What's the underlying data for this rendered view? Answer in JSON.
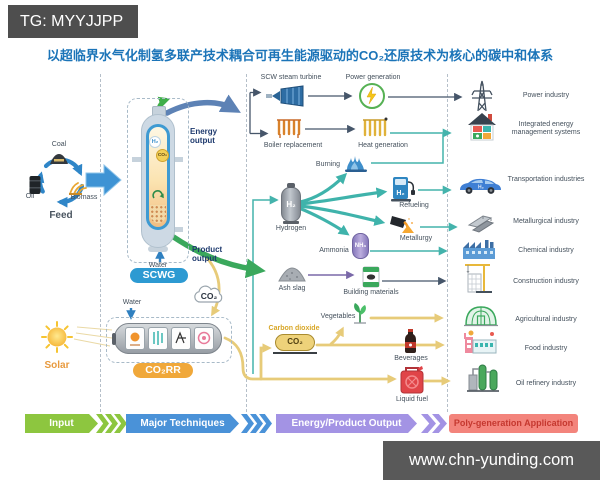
{
  "banner": {
    "tag": "TG: MYYJJPP"
  },
  "footer": {
    "website": "www.chn-yunding.com"
  },
  "title": {
    "text": "以超临界水气化制氢多联产技术耦合可再生能源驱动的CO₂还原技术为核心的碳中和体系"
  },
  "input_section": {
    "coal": "Coal",
    "oil": "Oil",
    "biomass": "Biomass",
    "feed": "Feed",
    "solar": "Solar"
  },
  "scwg": {
    "name": "SCWG",
    "water": "Water",
    "energy_output": "Energy output",
    "product_output": "Product output",
    "h2_bubble": "H₂",
    "co2_bubble": "CO₂",
    "co2_cloud": "CO₂"
  },
  "co2rr": {
    "name": "CO₂RR",
    "water": "Water"
  },
  "mid": {
    "scw_steam_turbine": "SCW steam turbine",
    "power_generation": "Power generation",
    "boiler_replacement": "Boiler replacement",
    "heat_generation": "Heat generation",
    "burning": "Burning",
    "hydrogen": "Hydrogen",
    "h2_tank": "H₂",
    "refueling": "Refueling",
    "refueling_h2": "H₂",
    "metallurgy": "Metallurgy",
    "ammonia": "Ammonia",
    "nh3_tank": "NH₃",
    "ash_slag": "Ash slag",
    "building_materials": "Building materials",
    "vegetables": "Vegetables",
    "carbon_dioxide": "Carbon dioxide",
    "co2_tank": "CO₂",
    "beverages": "Beverages",
    "liquid_fuel": "Liquid fuel"
  },
  "industries": {
    "power": "Power industry",
    "integrated": "Integrated energy management systems",
    "transportation": "Transportation industries",
    "metallurgical": "Metallurgical industry",
    "chemical": "Chemical industry",
    "construction": "Construction industry",
    "agricultural": "Agricultural industry",
    "food": "Food industry",
    "oil_refinery": "Oil refinery industry"
  },
  "legend": {
    "input": "Input",
    "major_techniques": "Major Techniques",
    "energy_product_output": "Energy/Product Output",
    "poly_generation": "Poly-generation Application"
  },
  "colors": {
    "title_blue": "#1b74b8",
    "teal": "#44b3ac",
    "slate": "#46566a",
    "gold": "#e7cb79",
    "green": "#3aa85c",
    "banner_green": "#8dc63f",
    "banner_blue": "#4a92d8",
    "banner_purple": "#a393e4",
    "banner_salmon": "#f3847c",
    "dark_gray": "#4e4e4e"
  }
}
